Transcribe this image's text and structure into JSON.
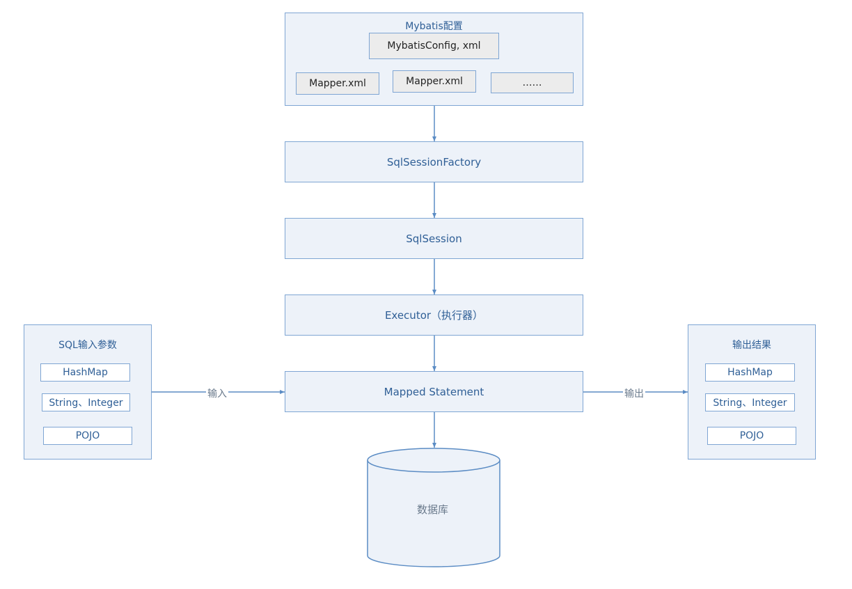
{
  "config": {
    "title": "Mybatis配置",
    "main_file": "MybatisConfig, xml",
    "mappers": [
      "Mapper.xml",
      "Mapper.xml",
      "……"
    ]
  },
  "flow": {
    "factory": "SqlSessionFactory",
    "session": "SqlSession",
    "executor": "Executor（执行器）",
    "mapped_statement": "Mapped Statement"
  },
  "input": {
    "title": "SQL输入参数",
    "items": [
      "HashMap",
      "String、Integer",
      "POJO"
    ],
    "edge_label": "输入"
  },
  "output": {
    "title": "输出结果",
    "items": [
      "HashMap",
      "String、Integer",
      "POJO"
    ],
    "edge_label": "输出"
  },
  "database": {
    "label": "数据库"
  },
  "colors": {
    "fill": "#edf2f9",
    "border": "#7ea5d3",
    "line": "#5b8cc4",
    "text": "#2f5f96"
  }
}
